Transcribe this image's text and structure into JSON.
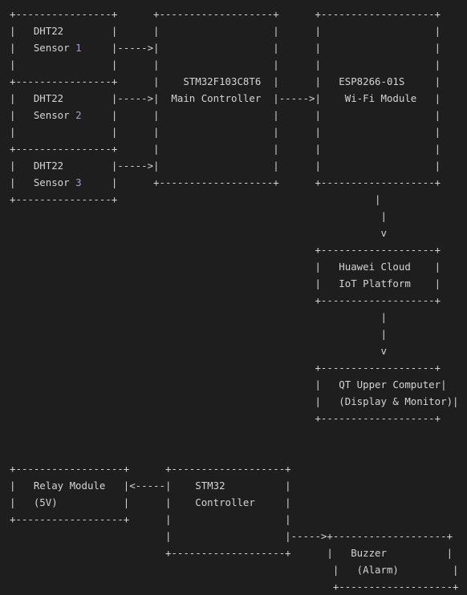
{
  "colors": {
    "background": "#1e1e1e",
    "text": "#d4d4d4",
    "number_highlight": "#b392f0"
  },
  "lines": [
    [
      {
        "t": "+----------------+      +-------------------+      +-------------------+"
      }
    ],
    [
      {
        "t": "|   DHT22        |      |                   |      |                   |"
      }
    ],
    [
      {
        "t": "|   Sensor "
      },
      {
        "t": "1",
        "hl": true
      },
      {
        "t": "     |----->|                   |      |                   |"
      }
    ],
    [
      {
        "t": "|                |      |                   |      |                   |"
      }
    ],
    [
      {
        "t": "+----------------+      |    STM32F103C8T6  |      |   ESP8266-01S     |"
      }
    ],
    [
      {
        "t": "|   DHT22        |----->|  Main Controller  |----->|    Wi-Fi Module   |"
      }
    ],
    [
      {
        "t": "|   Sensor "
      },
      {
        "t": "2",
        "hl": true
      },
      {
        "t": "     |      |                   |      |                   |"
      }
    ],
    [
      {
        "t": "|                |      |                   |      |                   |"
      }
    ],
    [
      {
        "t": "+----------------+      |                   |      |                   |"
      }
    ],
    [
      {
        "t": "|   DHT22        |----->|                   |      |                   |"
      }
    ],
    [
      {
        "t": "|   Sensor "
      },
      {
        "t": "3",
        "hl": true
      },
      {
        "t": "     |      +-------------------+      +-------------------+"
      }
    ],
    [
      {
        "t": "+----------------+                                           |"
      }
    ],
    [
      {
        "t": "                                                              |"
      }
    ],
    [
      {
        "t": "                                                              v"
      }
    ],
    [
      {
        "t": "                                                   +-------------------+"
      }
    ],
    [
      {
        "t": "                                                   |   Huawei Cloud    |"
      }
    ],
    [
      {
        "t": "                                                   |   IoT Platform    |"
      }
    ],
    [
      {
        "t": "                                                   +-------------------+"
      }
    ],
    [
      {
        "t": "                                                              |"
      }
    ],
    [
      {
        "t": "                                                              |"
      }
    ],
    [
      {
        "t": "                                                              v"
      }
    ],
    [
      {
        "t": "                                                   +-------------------+"
      }
    ],
    [
      {
        "t": "                                                   |   QT Upper Computer|"
      }
    ],
    [
      {
        "t": "                                                   |   (Display & Monitor)|"
      }
    ],
    [
      {
        "t": "                                                   +-------------------+"
      }
    ],
    [
      {
        "t": ""
      }
    ],
    [
      {
        "t": ""
      }
    ],
    [
      {
        "t": "+------------------+      +-------------------+"
      }
    ],
    [
      {
        "t": "|   Relay Module   |<-----|    STM32          |"
      }
    ],
    [
      {
        "t": "|   (5V)           |      |    Controller     |"
      }
    ],
    [
      {
        "t": "+------------------+      |                   |"
      }
    ],
    [
      {
        "t": "                          |                   |----->+-------------------+"
      }
    ],
    [
      {
        "t": "                          +-------------------+      |   Buzzer          |"
      }
    ],
    [
      {
        "t": "                                                      |   (Alarm)         |"
      }
    ],
    [
      {
        "t": "                                                      +-------------------+"
      }
    ]
  ]
}
